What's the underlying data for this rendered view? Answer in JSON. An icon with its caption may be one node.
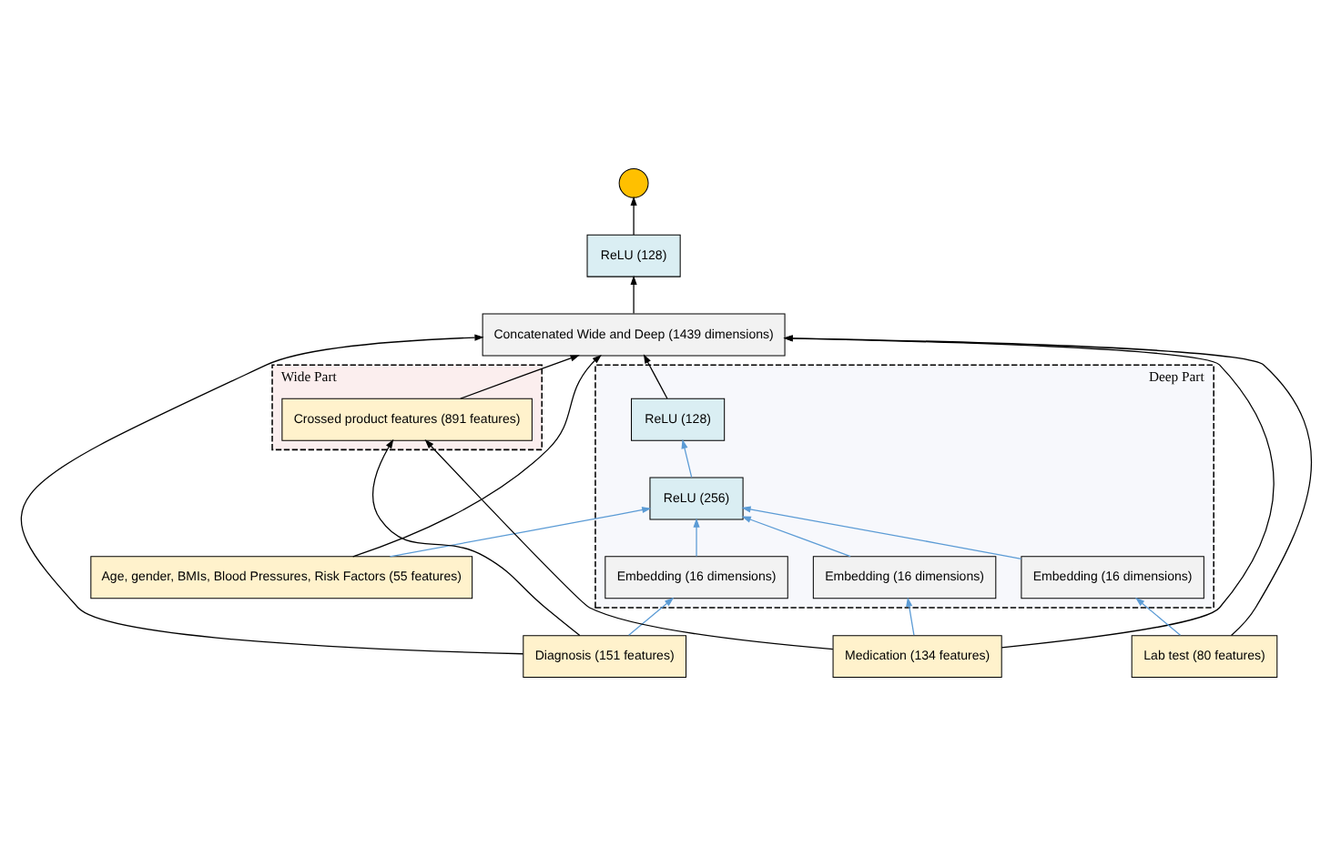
{
  "diagram": {
    "nodes": [
      {
        "text": [],
        "shape": "circle"
      },
      {
        "text": [
          "ReLU (128)"
        ]
      },
      {
        "text": [
          "Concatenated Wide and Deep (1439 dimensions)"
        ]
      },
      {
        "text": [
          "Deep Part"
        ]
      },
      {
        "text": [
          "ReLU (128)"
        ],
        "in": 3
      },
      {
        "text": [
          "ReLU (256)"
        ],
        "in": 3
      },
      {
        "text": [
          "Embedding (16 dimensions)"
        ],
        "in": 3
      },
      {
        "text": [
          "Embedding (16 dimensions)"
        ],
        "in": 3
      },
      {
        "text": [
          "Embedding (16 dimensions)"
        ],
        "in": 3
      },
      {
        "text": [
          "Wide Part"
        ]
      },
      {
        "text": [
          "Crossed product features (891 features)"
        ],
        "in": 9
      },
      {
        "text": [
          "Age, gender, BMIs, Blood Pressures, Risk Factors (55 features)"
        ]
      },
      {
        "text": [
          "Diagnosis (151 features)"
        ]
      },
      {
        "text": [
          "Medication (134 features)"
        ]
      },
      {
        "text": [
          "Lab test (80 features)"
        ]
      }
    ],
    "edges": [
      {
        "from": 1,
        "to": 0,
        "arrow": "to"
      },
      {
        "from": 2,
        "to": 1,
        "arrow": "to"
      },
      {
        "from": 10,
        "to": 2,
        "arrow": "to"
      },
      {
        "from": 11,
        "to": 2,
        "arrow": "to"
      },
      {
        "from": 12,
        "to": 2,
        "arrow": "to"
      },
      {
        "from": 13,
        "to": 2,
        "arrow": "to"
      },
      {
        "from": 14,
        "to": 2,
        "arrow": "to"
      },
      {
        "from": 4,
        "to": 2,
        "arrow": "to"
      },
      {
        "from": 5,
        "to": 4,
        "arrow": "to",
        "color": "#5b9bd5"
      },
      {
        "from": 11,
        "to": 5,
        "arrow": "to",
        "color": "#5b9bd5"
      },
      {
        "from": 6,
        "to": 5,
        "arrow": "to",
        "color": "#5b9bd5"
      },
      {
        "from": 7,
        "to": 5,
        "arrow": "to",
        "color": "#5b9bd5"
      },
      {
        "from": 8,
        "to": 5,
        "arrow": "to",
        "color": "#5b9bd5"
      },
      {
        "from": 12,
        "to": 6,
        "arrow": "to",
        "color": "#5b9bd5"
      },
      {
        "from": 13,
        "to": 7,
        "arrow": "to",
        "color": "#5b9bd5"
      },
      {
        "from": 14,
        "to": 8,
        "arrow": "to",
        "color": "#5b9bd5"
      },
      {
        "from": 12,
        "to": 10,
        "arrow": "to"
      },
      {
        "from": 13,
        "to": 10,
        "arrow": "to"
      }
    ]
  }
}
